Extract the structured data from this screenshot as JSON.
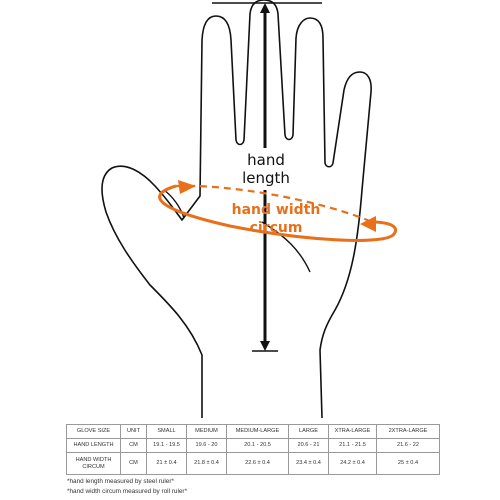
{
  "diagram": {
    "length_label_line1": "hand",
    "length_label_line2": "length",
    "width_label_line1": "hand width",
    "width_label_line2": "circum",
    "colors": {
      "outline": "#111111",
      "accent": "#e8701a"
    }
  },
  "table": {
    "header": [
      "GLOVE SIZE",
      "UNIT",
      "SMALL",
      "MEDIUM",
      "MEDIUM-LARGE",
      "LARGE",
      "XTRA-LARGE",
      "2XTRA-LARGE"
    ],
    "rows": [
      [
        "HAND LENGTH",
        "CM",
        "19.1 - 19.5",
        "19.6 - 20",
        "20.1 - 20.5",
        "20.6 - 21",
        "21.1 - 21.5",
        "21.6 - 22"
      ],
      [
        "HAND WIDTH CIRCUM",
        "CM",
        "21 ± 0.4",
        "21.8 ± 0.4",
        "22.6 ± 0.4",
        "23.4 ± 0.4",
        "24.2 ± 0.4",
        "25 ± 0.4"
      ]
    ]
  },
  "notes": {
    "line1": "*hand length measured by steel ruler*",
    "line2": "*hand width circum measured by roll ruler*"
  }
}
